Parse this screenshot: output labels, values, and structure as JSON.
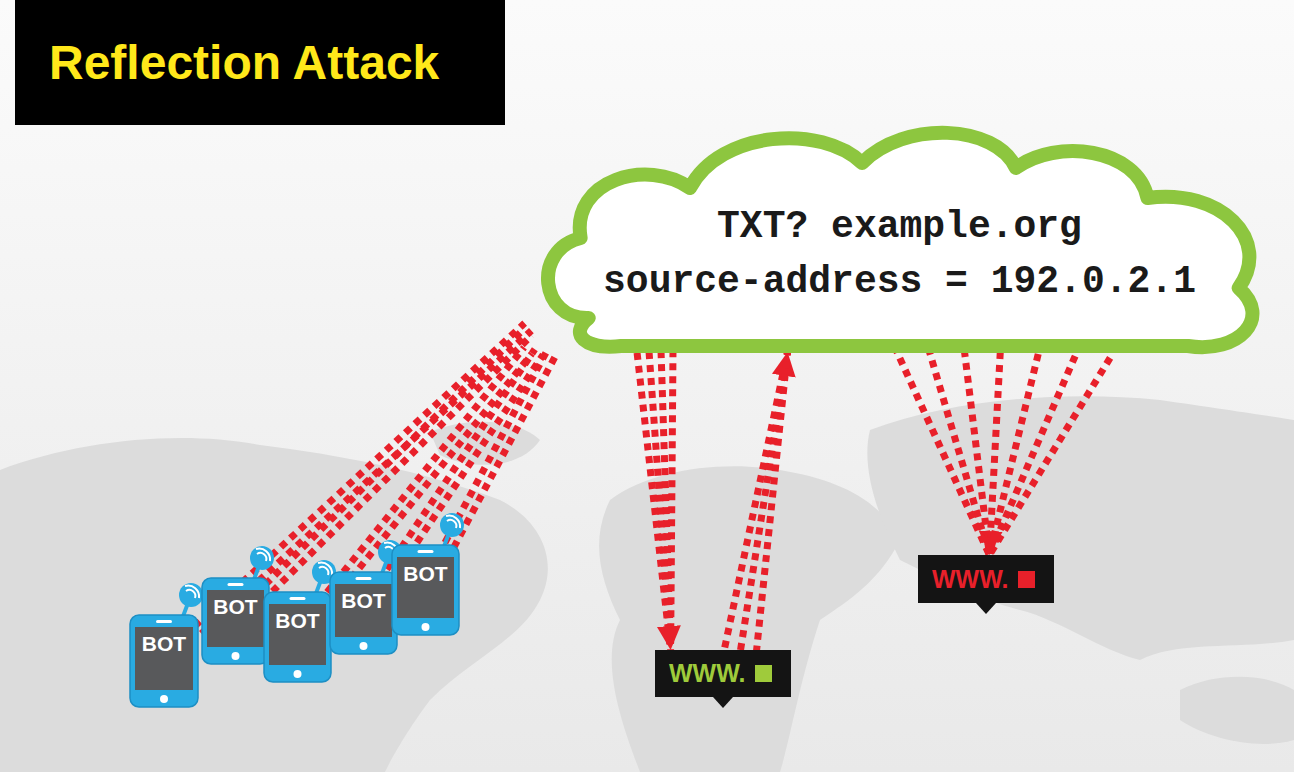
{
  "diagram": {
    "title": "Reflection Attack",
    "nodes": [
      {
        "text": [
          "TXT? example.org",
          "source-address = 192.0.2.1"
        ]
      },
      {
        "text": [
          "WWW."
        ]
      },
      {
        "text": [
          "WWW."
        ]
      },
      {
        "text": [
          "BOT"
        ]
      },
      {
        "text": [
          "BOT"
        ]
      },
      {
        "text": [
          "BOT"
        ]
      },
      {
        "text": [
          "BOT"
        ]
      },
      {
        "text": [
          "BOT"
        ]
      }
    ],
    "edges": [
      {
        "from": 3,
        "to": 0,
        "arrow": "none"
      },
      {
        "from": 4,
        "to": 0,
        "arrow": "none"
      },
      {
        "from": 5,
        "to": 0,
        "arrow": "none"
      },
      {
        "from": 6,
        "to": 0,
        "arrow": "none"
      },
      {
        "from": 7,
        "to": 0,
        "arrow": "none"
      },
      {
        "from": 0,
        "to": 2,
        "arrow": "to"
      },
      {
        "from": 2,
        "to": 0,
        "arrow": "to"
      },
      {
        "from": 0,
        "to": 1,
        "arrow": "to"
      }
    ]
  }
}
